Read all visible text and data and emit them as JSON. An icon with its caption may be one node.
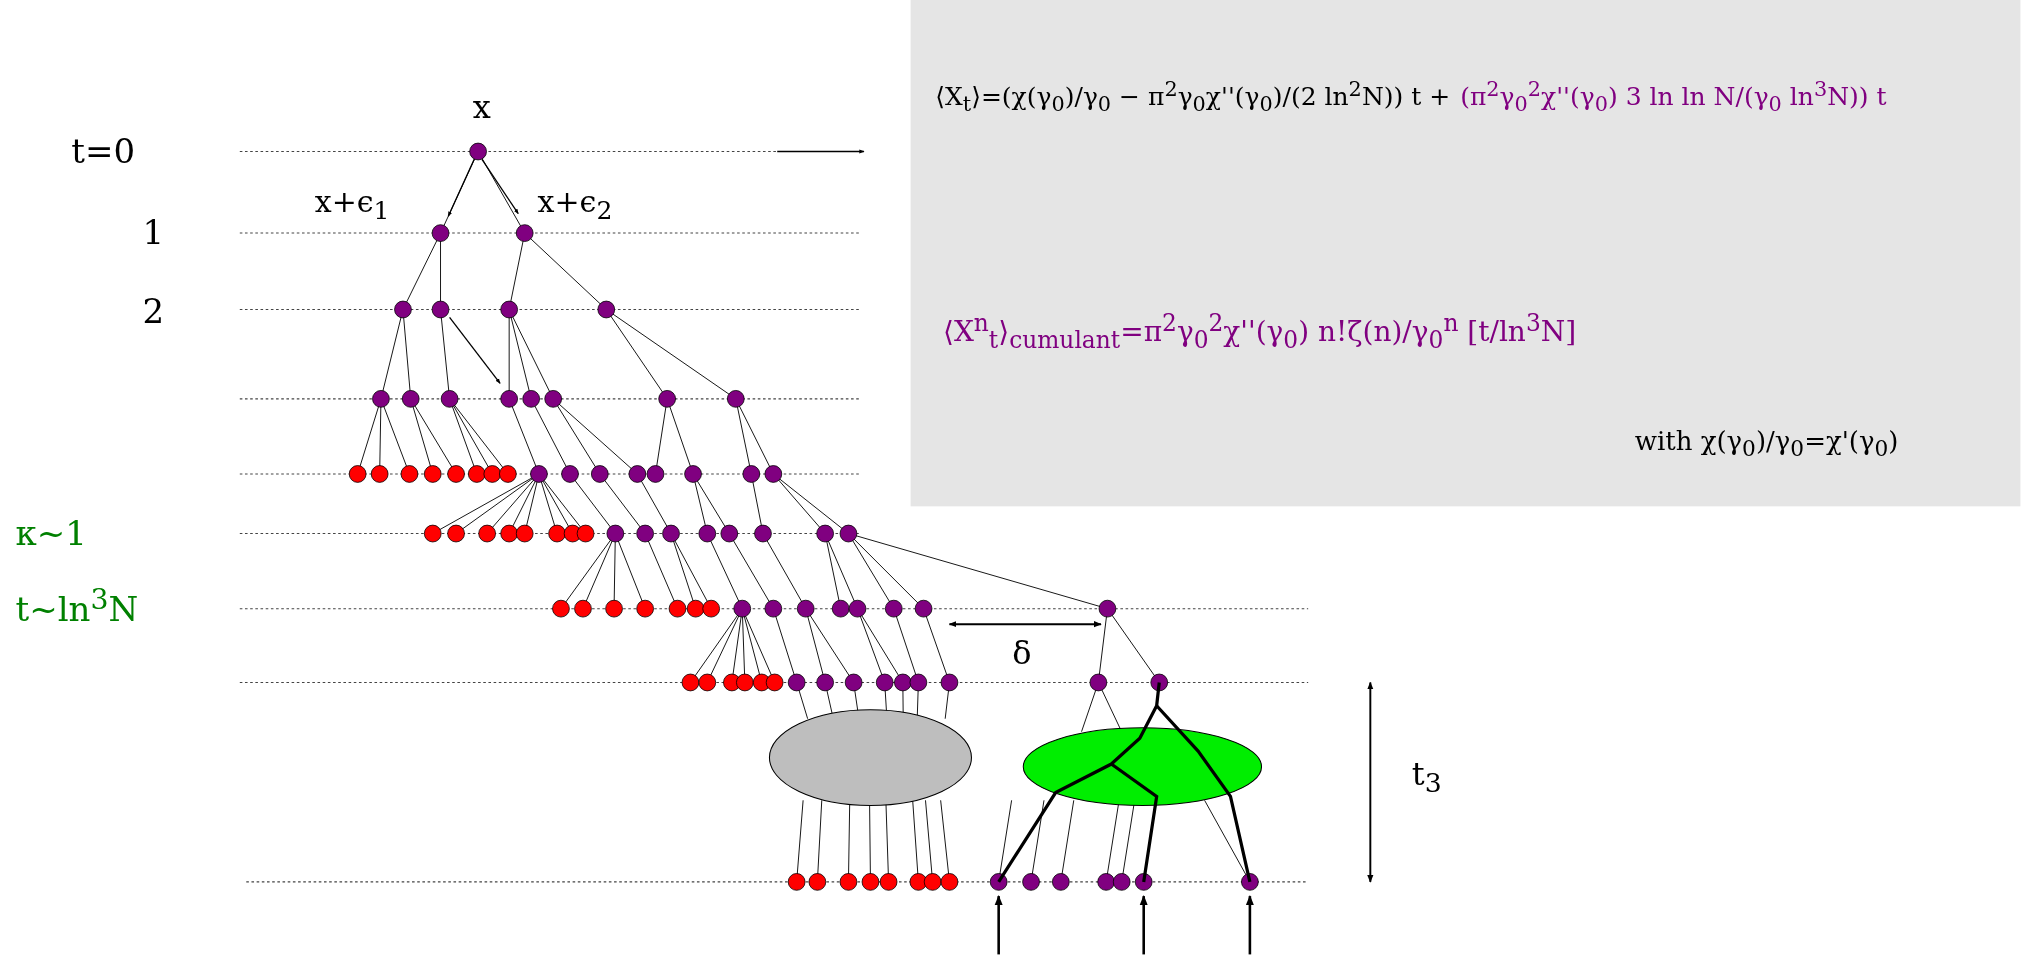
{
  "diagram": {
    "labels": [
      "⟨X$_{t}$⟩=(χ(γ$_{0}$)/γ$_{0}$ − π$^{2}$γ$_{0}$χ''(γ$_{0}$)/(2 ln$^{2}$N)) t +",
      "(π$^{2}$γ$_{0}$$^{2}$χ''(γ$_{0}$) 3 ln ln N/(γ$_{0}$ ln$^{3}$N)) t",
      "⟨X$^{n}$$_{t}$⟩$_{cumulant}$=π$^{2}$γ$_{0}$$^{2}$χ''(γ$_{0}$) n!ζ(n)/γ$_{0}$$^{n}$ [t/ln$^{3}$N]",
      "with χ(γ$_{0}$)/γ$_{0}$=χ'(γ$_{0}$)",
      "x",
      "t=0",
      "x+ϵ$_{1}$",
      "x+ϵ$_{2}$",
      "1",
      "2",
      "κ~1",
      "t~ln$^{3}$N",
      "δ",
      "t$_{3}$"
    ]
  }
}
